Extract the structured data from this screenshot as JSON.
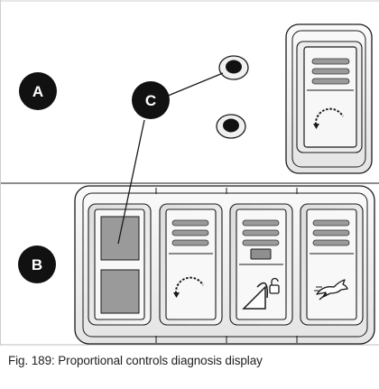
{
  "callouts": {
    "a": "A",
    "b": "B",
    "c": "C"
  },
  "caption": "Fig. 189:  Proportional controls diagnosis display",
  "icons": {
    "speed_dial": "speed-dial-icon",
    "bucket_lock": "bucket-lock-icon",
    "rabbit": "rabbit-fast-icon",
    "indicator_lamp": "indicator-lamp-icon"
  },
  "colors": {
    "frame_line": "#1a1a1a",
    "panel_fill": "#f2f2f2",
    "lens_grey": "#9a9a9a",
    "callout_black": "#111111"
  }
}
